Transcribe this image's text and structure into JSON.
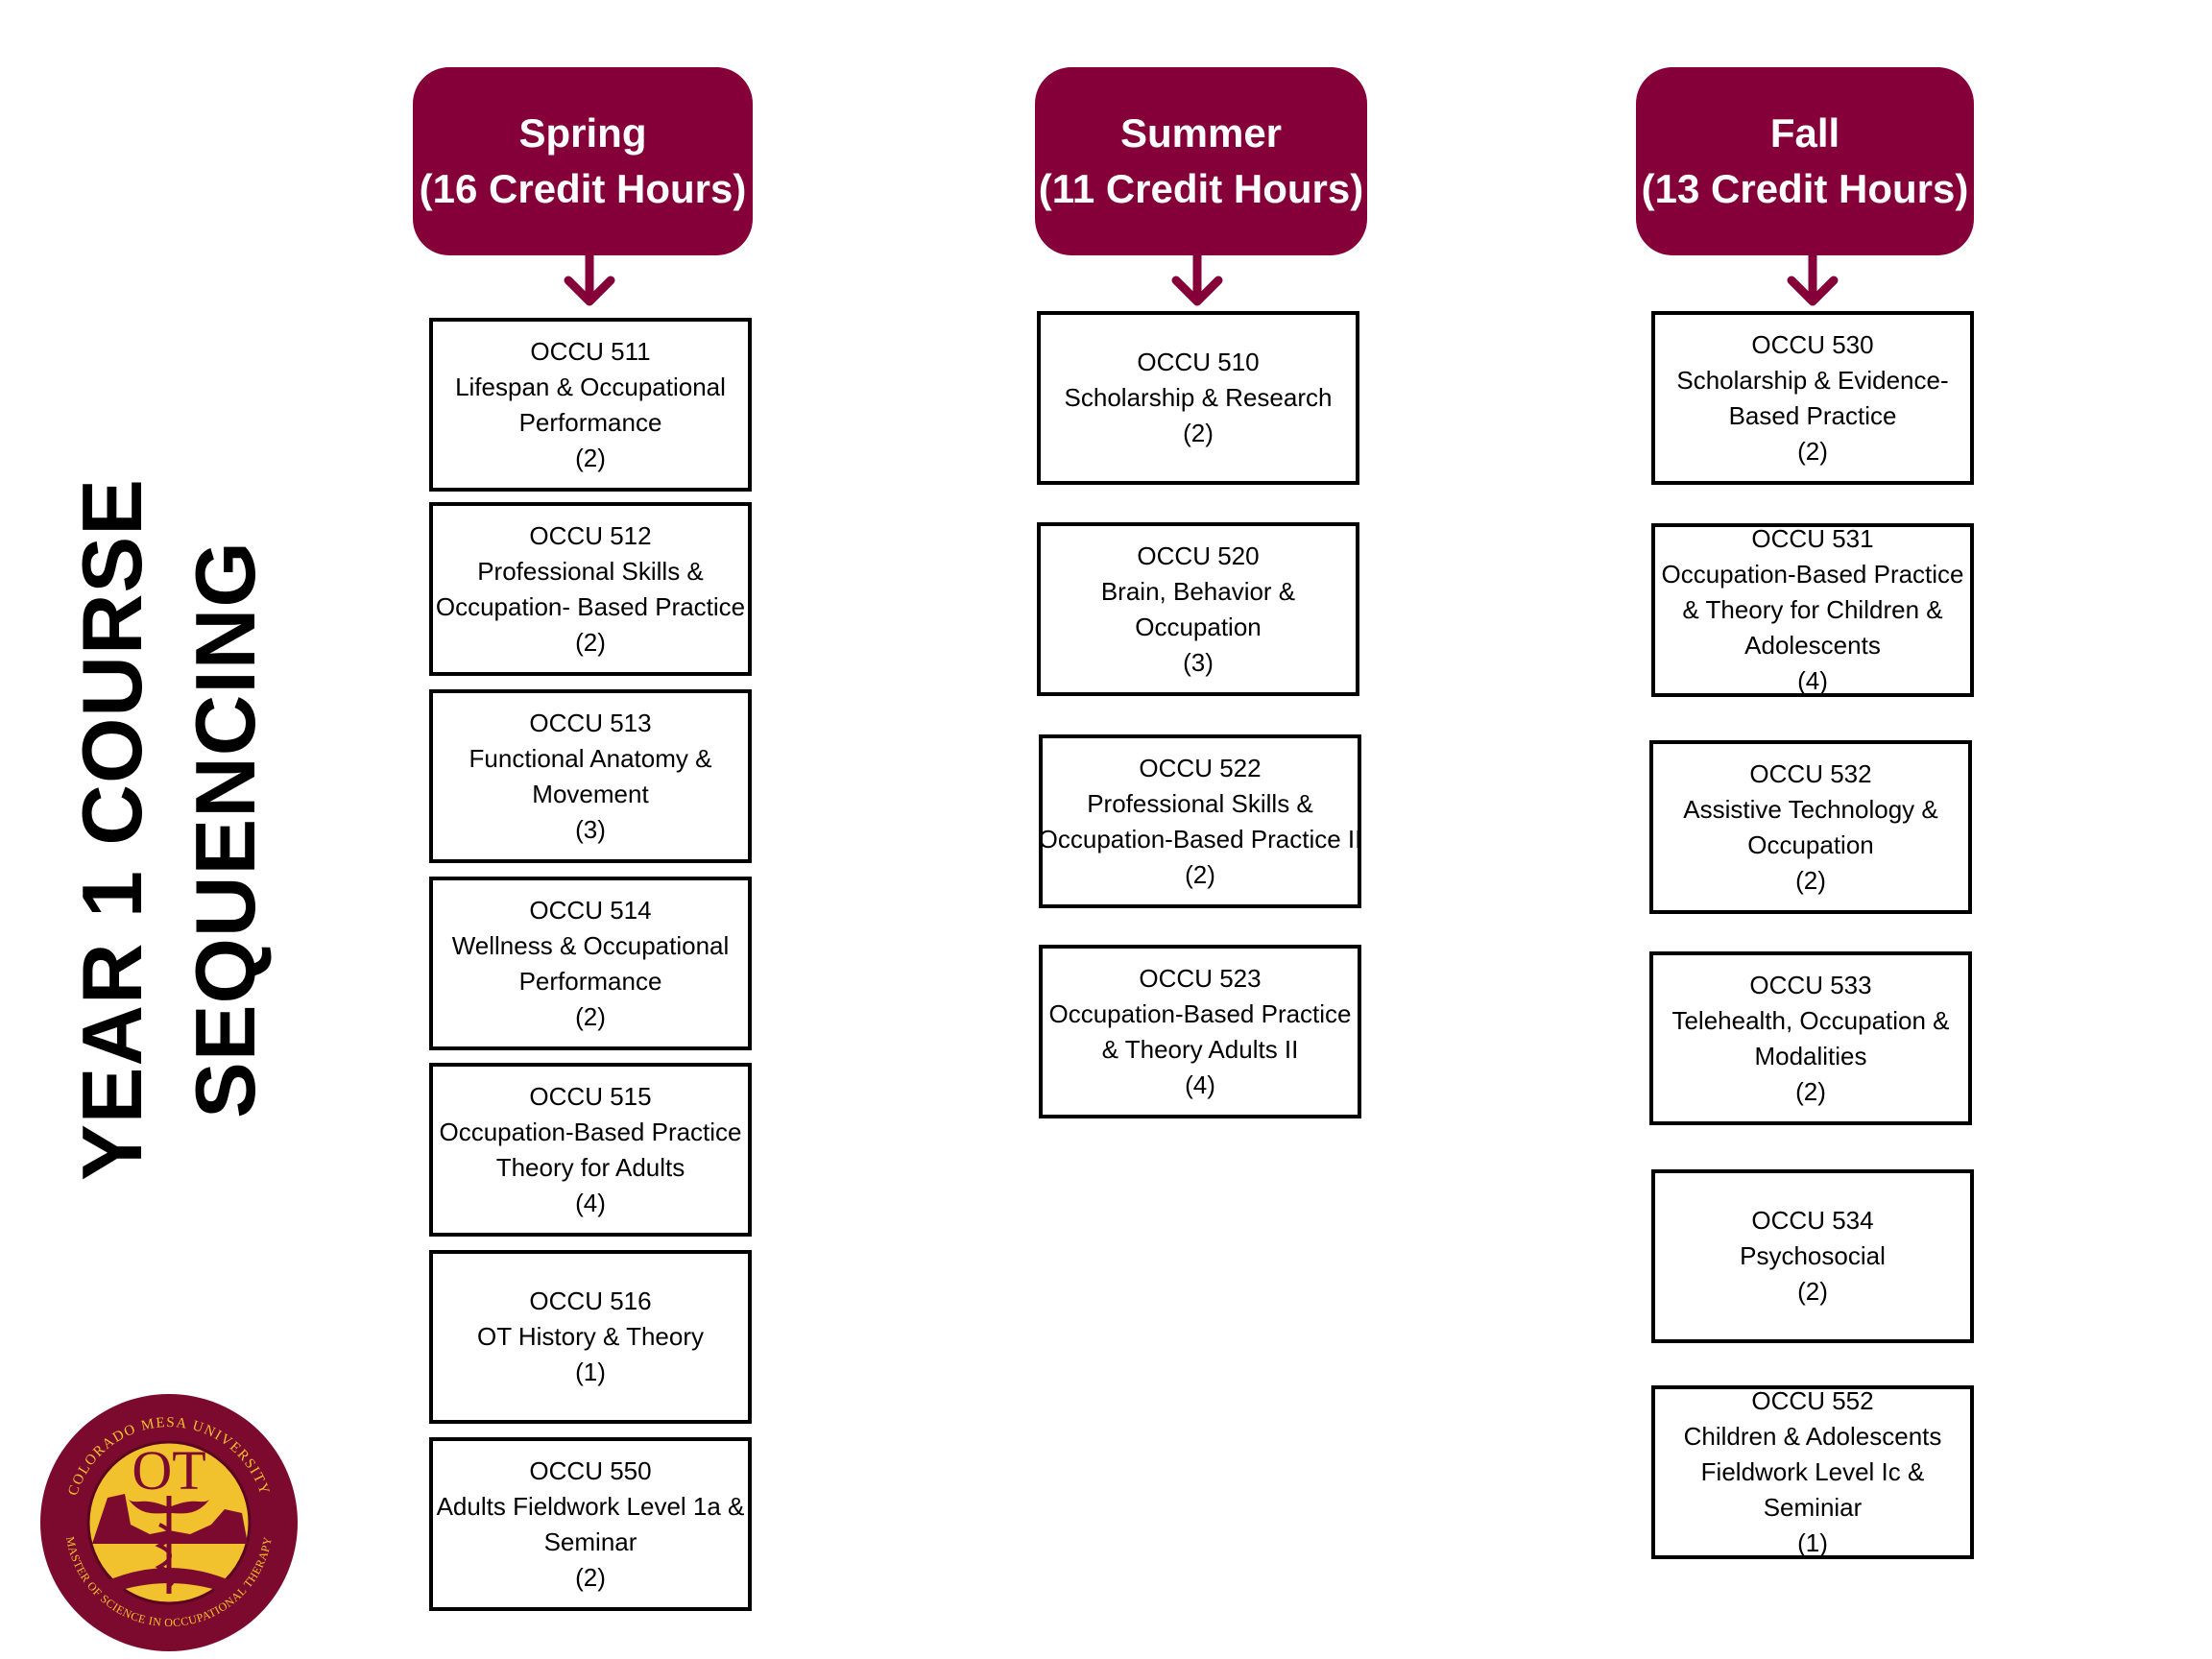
{
  "title": {
    "line1": "YEAR 1 COURSE",
    "line2": "SEQUENCING"
  },
  "colors": {
    "accent": "#850038",
    "logo_gold": "#f2c12e",
    "logo_maroon": "#7c0a2f"
  },
  "semesters": [
    {
      "name": "Spring",
      "credits": "(16 Credit Hours)",
      "courses": [
        {
          "code": "OCCU 511",
          "lines": [
            "Lifespan & Occupational",
            "Performance"
          ],
          "hours": "(2)"
        },
        {
          "code": "OCCU 512",
          "lines": [
            "Professional Skills &",
            "Occupation- Based Practice"
          ],
          "hours": "(2)"
        },
        {
          "code": "OCCU 513",
          "lines": [
            "Functional Anatomy &",
            "Movement"
          ],
          "hours": "(3)"
        },
        {
          "code": "OCCU 514",
          "lines": [
            "Wellness & Occupational",
            "Performance"
          ],
          "hours": "(2)"
        },
        {
          "code": "OCCU 515",
          "lines": [
            "Occupation-Based Practice",
            "Theory for Adults"
          ],
          "hours": "(4)"
        },
        {
          "code": "OCCU 516",
          "lines": [
            "OT History & Theory"
          ],
          "hours": "(1)"
        },
        {
          "code": "OCCU 550",
          "lines": [
            "Adults Fieldwork Level 1a &",
            "Seminar"
          ],
          "hours": "(2)"
        }
      ]
    },
    {
      "name": "Summer",
      "credits": "(11 Credit Hours)",
      "courses": [
        {
          "code": "OCCU 510",
          "lines": [
            "Scholarship & Research"
          ],
          "hours": "(2)"
        },
        {
          "code": "OCCU 520",
          "lines": [
            "Brain, Behavior &",
            "Occupation"
          ],
          "hours": "(3)"
        },
        {
          "code": "OCCU 522",
          "lines": [
            "Professional Skills &",
            "Occupation-Based Practice II"
          ],
          "hours": "(2)"
        },
        {
          "code": "OCCU 523",
          "lines": [
            "Occupation-Based Practice",
            "& Theory Adults II"
          ],
          "hours": "(4)"
        }
      ]
    },
    {
      "name": "Fall",
      "credits": "(13 Credit Hours)",
      "courses": [
        {
          "code": "OCCU 530",
          "lines": [
            "Scholarship & Evidence-",
            "Based Practice"
          ],
          "hours": "(2)"
        },
        {
          "code": "OCCU 531",
          "lines": [
            "Occupation-Based Practice",
            "& Theory for Children &",
            "Adolescents"
          ],
          "hours": "(4)"
        },
        {
          "code": "OCCU 532",
          "lines": [
            "Assistive Technology &",
            "Occupation"
          ],
          "hours": "(2)"
        },
        {
          "code": "OCCU 533",
          "lines": [
            "Telehealth, Occupation &",
            "Modalities"
          ],
          "hours": "(2)"
        },
        {
          "code": "OCCU 534",
          "lines": [
            "Psychosocial"
          ],
          "hours": "(2)"
        },
        {
          "code": "OCCU 552",
          "lines": [
            "Children & Adolescents",
            "Fieldwork Level Ic &",
            "Seminiar"
          ],
          "hours": "(1)"
        }
      ]
    }
  ],
  "logo": {
    "initials": "OT",
    "ring_top": "COLORADO MESA UNIVERSITY",
    "ring_bottom": "MASTER OF SCIENCE IN OCCUPATIONAL THERAPY"
  }
}
